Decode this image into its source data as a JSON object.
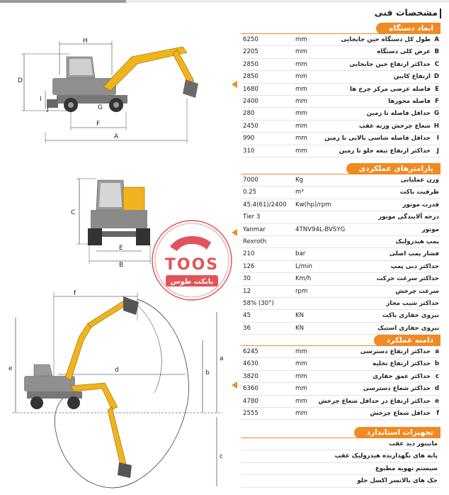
{
  "page_title": "مشخصات فنی",
  "colors": {
    "accent": "#f08a24",
    "machine_yellow": "#f1b31c",
    "watermark_red": "#d9262c"
  },
  "watermark": {
    "brand": "TOOS",
    "caption": "بابکت طوس"
  },
  "dimensions": {
    "title": "ابعاد دستگاه",
    "rows": [
      {
        "value": "6250",
        "unit": "mm",
        "desc": "طول کل دستگاه حین جابجایی",
        "key": "A"
      },
      {
        "value": "2205",
        "unit": "mm",
        "desc": "عرض کلی دستگاه",
        "key": "B"
      },
      {
        "value": "2850",
        "unit": "mm",
        "desc": "حداکثر ارتفاع حین جابجایی",
        "key": "C"
      },
      {
        "value": "2850",
        "unit": "mm",
        "desc": "ارتفاع کابین",
        "key": "D"
      },
      {
        "value": "1680",
        "unit": "mm",
        "desc": "فاصله عرضی مرکز چرخ ها",
        "key": "E"
      },
      {
        "value": "2400",
        "unit": "mm",
        "desc": "فاصله محورها",
        "key": "F"
      },
      {
        "value": "280",
        "unit": "mm",
        "desc": "حداقل فاصله تا زمین",
        "key": "G"
      },
      {
        "value": "2450",
        "unit": "mm",
        "desc": "شعاع چرخش وزنه عقب",
        "key": "H"
      },
      {
        "value": "990",
        "unit": "mm",
        "desc": "حداقل فاصله شاسی بالایی تا زمین",
        "key": "I"
      },
      {
        "value": "310",
        "unit": "mm",
        "desc": "حداکثر ارتفاع تیغه جلو تا زمین",
        "key": "J"
      }
    ],
    "side_labels": {
      "h": "H",
      "d": "D",
      "i": "I",
      "j": "J",
      "g": "G",
      "f": "F",
      "a": "A"
    },
    "front_labels": {
      "c": "C",
      "e": "E",
      "b": "B"
    }
  },
  "performance": {
    "title": "پارامترهای عملکردی",
    "rows": [
      {
        "value": "7000",
        "unit": "Kg",
        "desc": "وزن عملیاتی"
      },
      {
        "value": "0.25",
        "unit": "m³",
        "desc": "ظرفیت باکت"
      },
      {
        "value": "45.4(61)/2400",
        "unit": "Kw(hp)/rpm",
        "desc": "قدرت موتور"
      },
      {
        "value": "Tier 3",
        "unit": "",
        "desc": "درجه آلایندگی موتور"
      },
      {
        "value": "Yanmar",
        "unit": "4TNV94L-BVSYG",
        "desc": "موتور"
      },
      {
        "value": "Rexroth",
        "unit": "",
        "desc": "پمپ هیدرولیک"
      },
      {
        "value": "210",
        "unit": "bar",
        "desc": "فشار پمپ اصلی"
      },
      {
        "value": "126",
        "unit": "L/min",
        "desc": "حداکثر دبی پمپ"
      },
      {
        "value": "30",
        "unit": "Km/h",
        "desc": "حداکثر سرعت حرکت"
      },
      {
        "value": "12",
        "unit": "rpm",
        "desc": "سرعت چرخش"
      },
      {
        "value": "58% (30°)",
        "unit": "",
        "desc": "حداکثر شیب مجاز"
      },
      {
        "value": "45",
        "unit": "KN",
        "desc": "نیروی حفاری باکت"
      },
      {
        "value": "36",
        "unit": "KN",
        "desc": "نیروی حفاری استیک"
      }
    ]
  },
  "work_range": {
    "title": "دامنه عملکرد",
    "rows": [
      {
        "value": "6245",
        "unit": "mm",
        "desc": "حداکثر ارتفاع دسترسی",
        "key": "a"
      },
      {
        "value": "4630",
        "unit": "mm",
        "desc": "حداکثر ارتفاع تخلیه",
        "key": "b"
      },
      {
        "value": "3820",
        "unit": "mm",
        "desc": "حداکثر عمق حفاری",
        "key": "c"
      },
      {
        "value": "6360",
        "unit": "mm",
        "desc": "حداکثر شعاع دسترسی",
        "key": "d"
      },
      {
        "value": "4780",
        "unit": "mm",
        "desc": "حداکثر ارتفاع در حداقل شعاع چرخش",
        "key": "e"
      },
      {
        "value": "2555",
        "unit": "mm",
        "desc": "حداقل شعاع چرخش",
        "key": "f"
      }
    ],
    "diagram_labels": {
      "f": "f",
      "d": "d",
      "a": "a",
      "b": "b",
      "e": "e",
      "c": "c"
    }
  },
  "equipment": {
    "title": "تجهیزات استاندارد",
    "rows": [
      {
        "desc": "مانیتور دید عقب"
      },
      {
        "desc": "پایه های نگهدارنده هیدرولیک عقب"
      },
      {
        "desc": "سیستم تهویه مطبوع"
      },
      {
        "desc": "جک های بالانسر اکسل جلو"
      }
    ]
  }
}
